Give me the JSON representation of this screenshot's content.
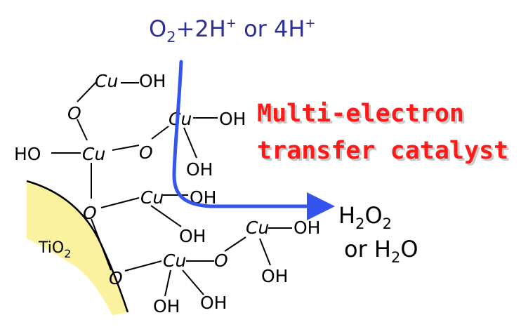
{
  "reactant": {
    "base": "O",
    "sub": "2",
    "rest": "+2H",
    "sup1": "+",
    "tail": " or 4H",
    "sup2": "+"
  },
  "catalyst_label": {
    "line1": "Multi-electron",
    "line2": "transfer catalyst"
  },
  "product": {
    "l1_a": "H",
    "l1_sub1": "2",
    "l1_b": "O",
    "l1_sub2": "2",
    "l2_a": "or H",
    "l2_sub": "2",
    "l2_b": "O"
  },
  "support": {
    "base": "TiO",
    "sub": "2"
  },
  "atoms": {
    "cu": "Cu",
    "o": "O",
    "oh": "OH",
    "ho": "HO"
  },
  "colors": {
    "arrow": "#3355ee",
    "label": "#ff1a1a",
    "support_fill": "#fbf2a0",
    "reactant": "#2e3192"
  }
}
